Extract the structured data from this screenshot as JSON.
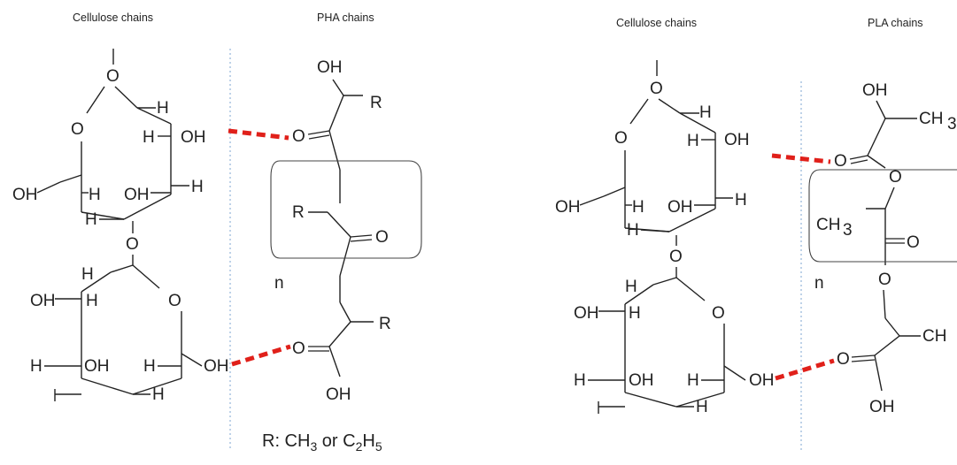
{
  "left_panel": {
    "header_cellulose": "Cellulose chains",
    "header_polymer": "PHA chains",
    "repeat_label": "n"
  },
  "right_panel": {
    "header_cellulose": "Cellulose chains",
    "header_polymer": "PLA chains",
    "repeat_label": "n"
  },
  "footnote": {
    "prefix": "R: CH",
    "sub1": "3",
    "middle": " or C",
    "sub2": "2",
    "mid2": "H",
    "sub3": "5"
  },
  "colors": {
    "hydrogen_bond": "#e0201a",
    "divider": "#7ea6d0",
    "bonds": "#222222"
  }
}
